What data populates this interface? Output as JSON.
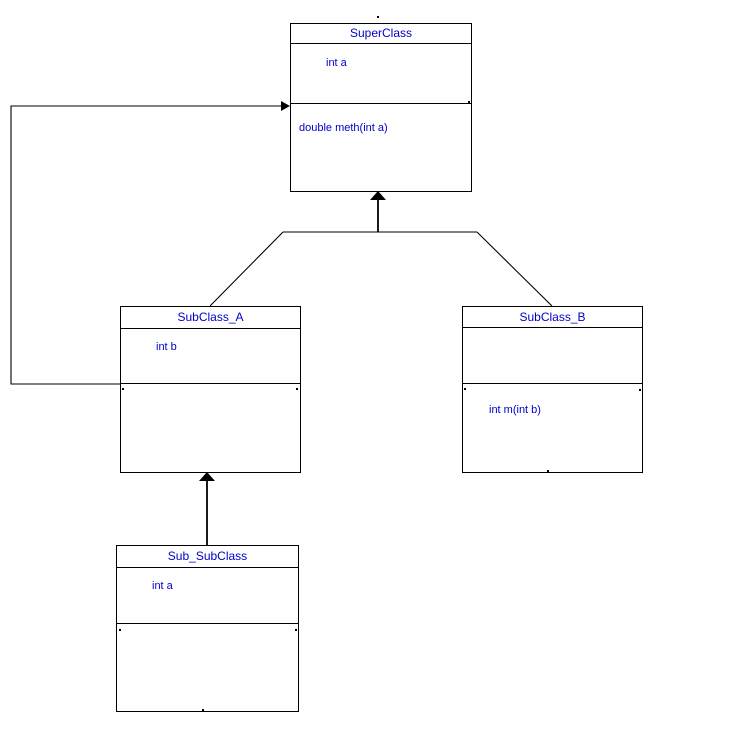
{
  "diagram": {
    "kind": "uml-class-diagram",
    "colors": {
      "text": "#0000C8",
      "line": "#000000",
      "background": "#FFFFFF"
    }
  },
  "classes": [
    {
      "name": "SuperClass",
      "attributes": [
        "int a"
      ],
      "methods": [
        "double meth(int a)"
      ]
    },
    {
      "name": "SubClass_A",
      "attributes": [
        "int b"
      ],
      "methods": []
    },
    {
      "name": "SubClass_B",
      "attributes": [],
      "methods": [
        "int m(int b)"
      ]
    },
    {
      "name": "Sub_SubClass",
      "attributes": [
        "int a"
      ],
      "methods": []
    }
  ],
  "relationships": [
    {
      "type": "generalization",
      "from": "SubClass_A",
      "to": "SuperClass"
    },
    {
      "type": "generalization",
      "from": "SubClass_B",
      "to": "SuperClass"
    },
    {
      "type": "generalization",
      "from": "Sub_SubClass",
      "to": "SubClass_A"
    },
    {
      "type": "association",
      "from": "SubClass_A",
      "to": "SuperClass",
      "route": "left-edge"
    }
  ]
}
